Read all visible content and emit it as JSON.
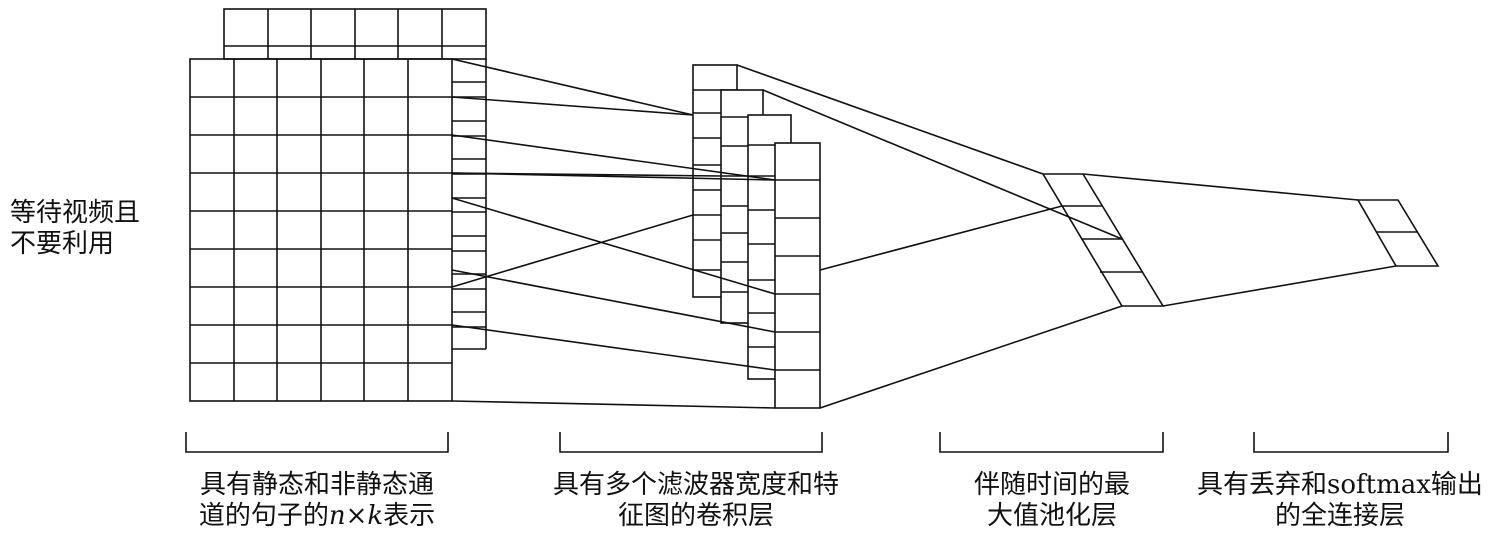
{
  "input_label": [
    "等待视频且",
    "不要利用"
  ],
  "stages": [
    {
      "lines": [
        "具有静态和非静态通",
        "道的句子的"
      ],
      "formula": {
        "n": "n",
        "times": "×",
        "k": "k",
        "suffix": "表示"
      }
    },
    {
      "lines": [
        "具有多个滤波器宽度和特",
        "征图的卷积层"
      ]
    },
    {
      "lines": [
        "伴随时间的最",
        "大值池化层"
      ]
    },
    {
      "lines": [
        "具有丢弃和softmax输出",
        "的全连接层"
      ]
    }
  ]
}
